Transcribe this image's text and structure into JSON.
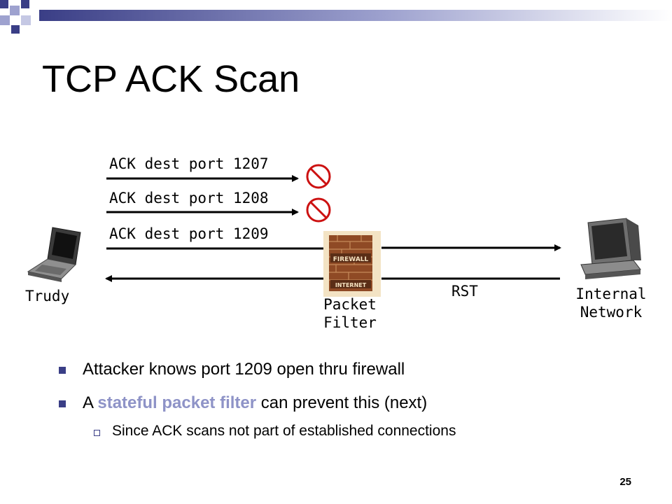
{
  "slide": {
    "title": "TCP ACK Scan",
    "page_number": "25"
  },
  "diagram": {
    "arrows": [
      {
        "label": "ACK dest port 1207",
        "blocked": true
      },
      {
        "label": "ACK dest port 1208",
        "blocked": true
      },
      {
        "label": "ACK dest port 1209",
        "blocked": false
      }
    ],
    "reply_label": "RST",
    "nodes": {
      "attacker": "Trudy",
      "filter_line1": "Packet",
      "filter_line2": "Filter",
      "network_line1": "Internal",
      "network_line2": "Network"
    },
    "firewall_sign_top": "FIREWALL",
    "firewall_sign_bottom": "INTERNET"
  },
  "bullets": [
    {
      "text": "Attacker knows port 1209 open thru firewall"
    },
    {
      "pre": "A ",
      "highlight": "stateful packet filter",
      "post": " can prevent this (next)"
    }
  ],
  "sub_bullets": [
    {
      "text": "Since ACK scans not part of established connections"
    }
  ],
  "colors": {
    "accent": "#3a3e86",
    "highlight": "#8e93c7",
    "blocked_sign": "#cc1111"
  }
}
